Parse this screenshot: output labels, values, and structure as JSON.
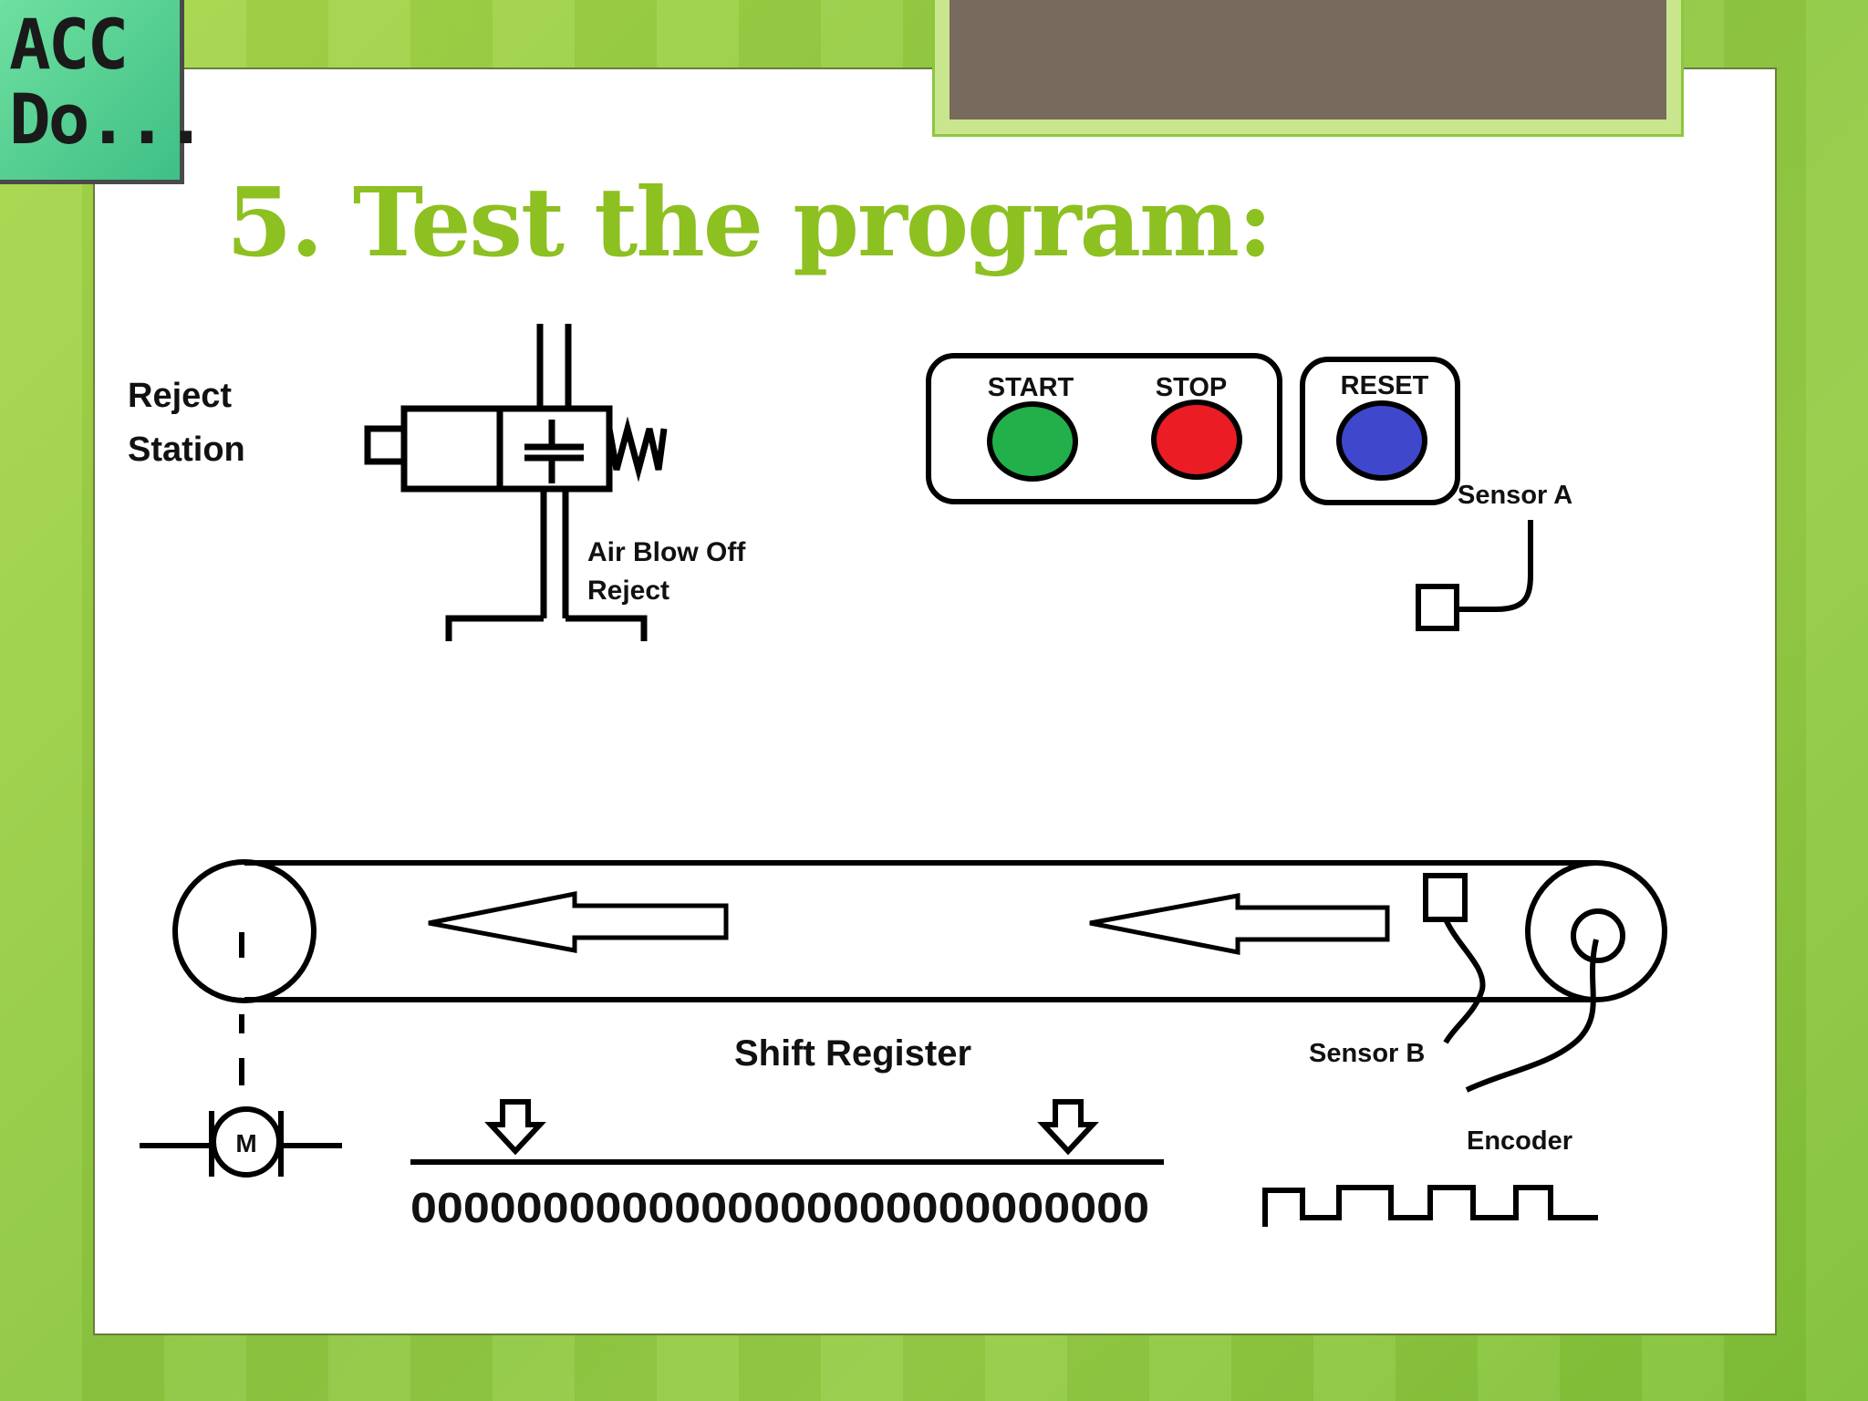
{
  "logo": {
    "line1": "ACC",
    "line2": "Do..."
  },
  "slide": {
    "title": "5. Test the program:"
  },
  "diagram": {
    "reject_station": {
      "line1": "Reject",
      "line2": "Station"
    },
    "air_valve": {
      "line1": "Air Blow Off",
      "line2": "Reject"
    },
    "buttons": {
      "start": {
        "label": "START",
        "color": "#22b04a"
      },
      "stop": {
        "label": "STOP",
        "color": "#ec1c24"
      },
      "reset": {
        "label": "RESET",
        "color": "#3f48cc"
      }
    },
    "sensor_a": "Sensor A",
    "sensor_b": "Sensor B",
    "encoder": "Encoder",
    "motor": "M",
    "shift_register": {
      "label": "Shift Register",
      "bits": "0000000000000000000000000000"
    }
  },
  "colors": {
    "title": "#8dc021",
    "slide_bg": "#ffffff",
    "frame": "#8cc63f"
  }
}
